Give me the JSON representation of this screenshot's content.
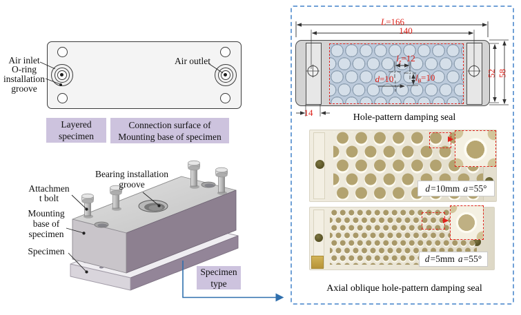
{
  "panels": {
    "left": {
      "plate_top": {
        "air_inlet_label": "Air inlet",
        "oring_label_lines": [
          "O-ring",
          "installation",
          "groove"
        ],
        "air_outlet_label": "Air outlet"
      },
      "tags": {
        "layered_specimen_lines": [
          "Layered",
          "specimen"
        ],
        "connection_surface_lines": [
          "Connection surface of",
          "Mounting base of specimen"
        ],
        "specimen_type_lines": [
          "Specimen",
          "type"
        ]
      },
      "assembly": {
        "attachment_bolt_lines": [
          "Attachmen",
          "t bolt"
        ],
        "bearing_groove_lines": [
          "Bearing installation",
          "groove"
        ],
        "mounting_base_lines": [
          "Mounting",
          "base of",
          "specimen"
        ],
        "specimen_label": "Specimen"
      }
    },
    "right": {
      "drawing": {
        "caption": "Hole-pattern damping seal",
        "dimensions": {
          "length_total": {
            "var": "L",
            "value": "=166"
          },
          "length_pattern": "140",
          "axial_spacing": {
            "var": "l",
            "sub": "z",
            "value": "=12"
          },
          "hole_diameter": {
            "var": "d",
            "value": "=10"
          },
          "circumferential_spacing": {
            "var": "l",
            "sub": "θ",
            "value": "=10"
          },
          "end_width": "14",
          "height_inner": "52",
          "height_outer": "58"
        }
      },
      "photo_large_holes": {
        "label": {
          "d_var": "d",
          "d_value": "=10mm",
          "a_var": "a",
          "a_value": "=55°"
        }
      },
      "photo_small_holes": {
        "label": {
          "d_var": "d",
          "d_value": "=5mm",
          "a_var": "a",
          "a_value": "=55°"
        }
      },
      "caption": "Axial oblique hole-pattern damping seal"
    }
  },
  "colors": {
    "tag_background": "#cdc3de",
    "dimension_red": "#de2018",
    "dashed_border_blue": "#6fa0d6",
    "arrow_blue": "#2f6fad",
    "hole_pattern_blue": "#bccadb",
    "seal_photo_cream": "#ece7d8"
  }
}
